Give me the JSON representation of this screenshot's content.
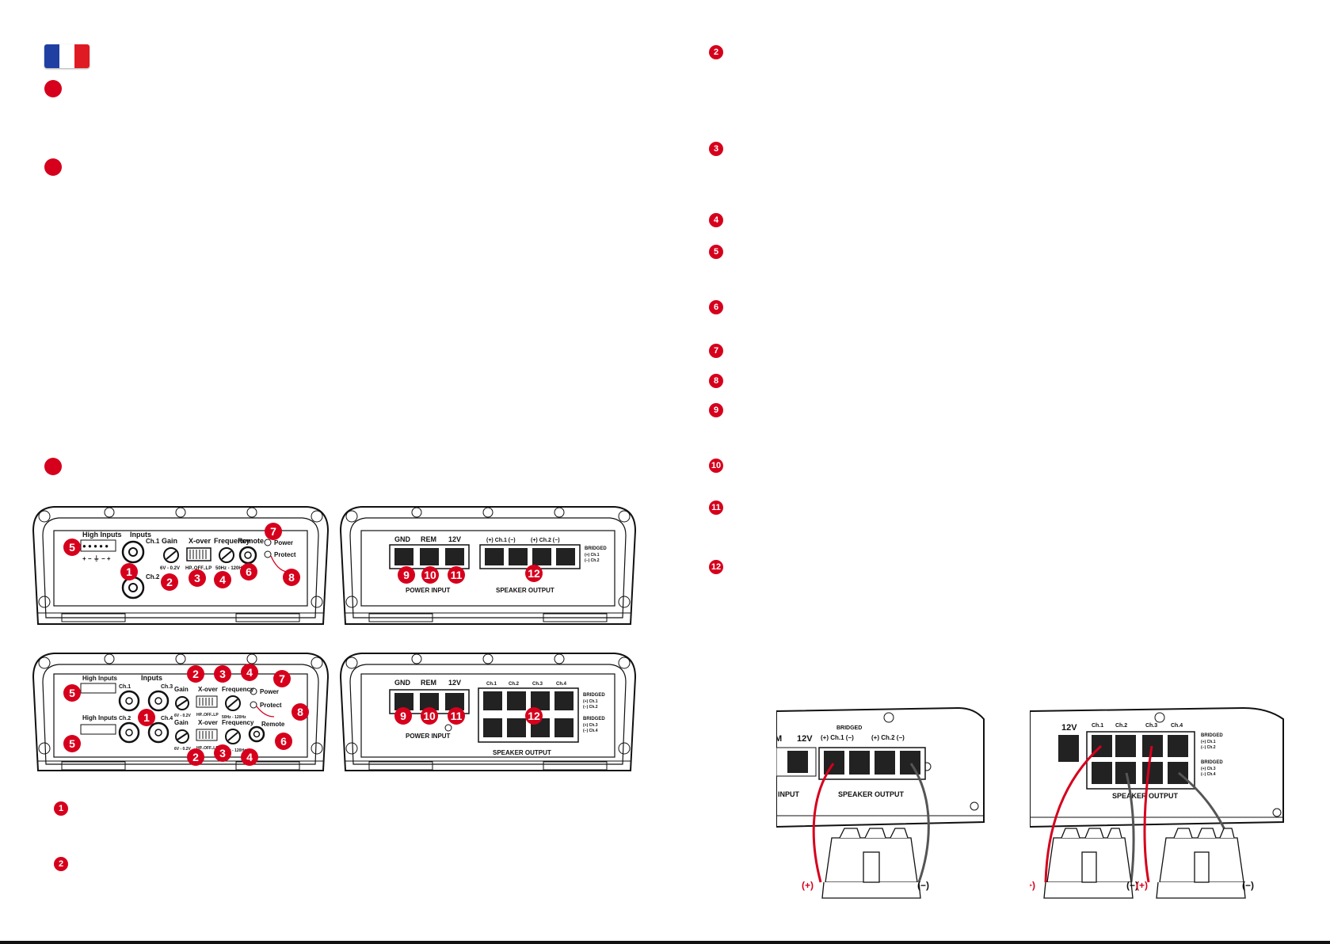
{
  "amp_top": {
    "high_inputs": "High Inputs",
    "high_inputs_pins": "+ − ⏚ − +",
    "inputs": "Inputs",
    "ch1": "Ch.1",
    "ch2": "Ch.2",
    "gain": "Gain",
    "gain_range": "6V - 0.2V",
    "xover": "X-over",
    "xover_modes": "HP..OFF..LP",
    "frequency": "Frequency",
    "frequency_range": "50Hz - 120Hz",
    "remote": "Remote",
    "power": "Power",
    "protect": "Protect"
  },
  "amp_power": {
    "gnd": "GND",
    "rem": "REM",
    "v12": "12V",
    "power_input": "POWER INPUT",
    "speaker_output": "SPEAKER OUTPUT",
    "ch1_label": "(+) Ch.1 (−)",
    "ch2_label": "(+) Ch.2 (−)",
    "bridged": "BRIDGED",
    "bridged_l1": "(+) Ch.1",
    "bridged_l2": "(−) Ch.2"
  },
  "amp4_top": {
    "high_inputs": "High Inputs",
    "inputs": "Inputs",
    "ch1": "Ch.1",
    "ch2": "Ch.2",
    "ch3": "Ch.3",
    "ch4": "Ch.4",
    "gain": "Gain",
    "gain_range": "6V - 0.2V",
    "xover": "X-over",
    "xover_modes": "HP..OFF..LP",
    "frequency": "Frequency",
    "frequency_range": "50Hz - 120Hz",
    "remote": "Remote",
    "power": "Power",
    "protect": "Protect"
  },
  "amp4_power": {
    "gnd": "GND",
    "rem": "REM",
    "v12": "12V",
    "power_input": "POWER INPUT",
    "speaker_output": "SPEAKER OUTPUT",
    "ch1": "Ch.1",
    "ch2": "Ch.2",
    "ch3": "Ch.3",
    "ch4": "Ch.4",
    "bridged": "BRIDGED",
    "b12a": "(+) Ch.1",
    "b12b": "(−) Ch.2",
    "b34a": "(+) Ch.3",
    "b34b": "(−) Ch.4"
  },
  "wiring_left": {
    "m": "M",
    "v12": "12V",
    "bridged": "BRIDGED",
    "ch1": "(+) Ch.1 (−)",
    "ch2": "(+) Ch.2 (−)",
    "input": "INPUT",
    "speaker_output": "SPEAKER OUTPUT",
    "plus": "(+)",
    "minus": "(−)"
  },
  "wiring_right": {
    "v12": "12V",
    "ch1": "Ch.1",
    "ch2": "Ch.2",
    "ch3": "Ch.3",
    "ch4": "Ch.4",
    "bridged": "BRIDGED",
    "b12a": "(+) Ch.1",
    "b12b": "(−) Ch.2",
    "b34a": "(+) Ch.3",
    "b34b": "(−) Ch.4",
    "speaker_output": "SPEAKER OUTPUT",
    "plus1": "(+)",
    "minus1": "(−)",
    "plus2": "(+)",
    "minus2": "(−)"
  },
  "right_column_numbers": [
    "2",
    "3",
    "4",
    "5",
    "6",
    "7",
    "8",
    "9",
    "10",
    "11",
    "12"
  ],
  "bottom_numbers": [
    "1",
    "2"
  ],
  "callouts": {
    "c1": "1",
    "c2": "2",
    "c3": "3",
    "c4": "4",
    "c5": "5",
    "c6": "6",
    "c7": "7",
    "c8": "8",
    "c9": "9",
    "c10": "10",
    "c11": "11",
    "c12": "12"
  }
}
